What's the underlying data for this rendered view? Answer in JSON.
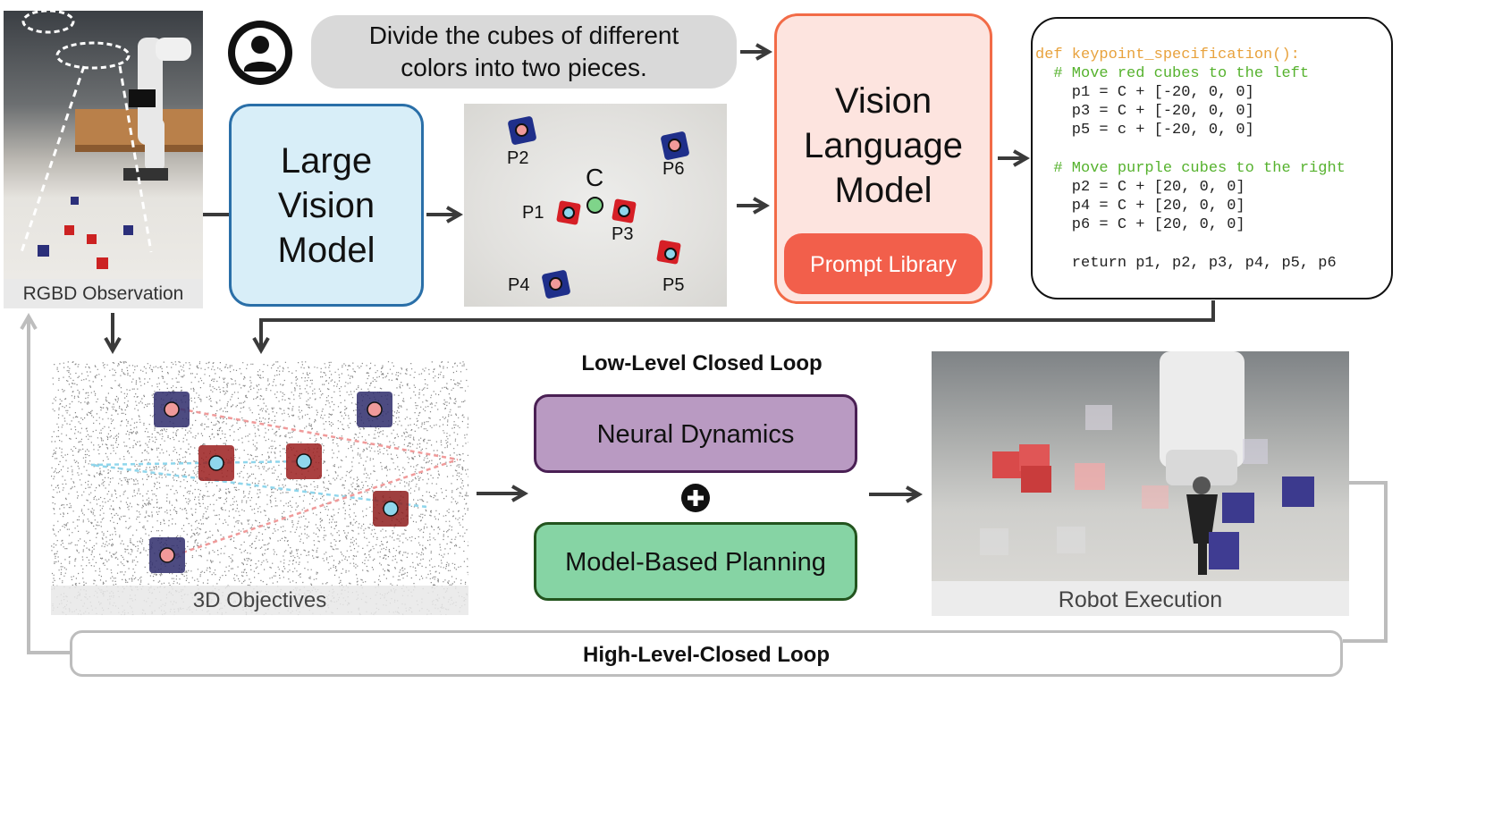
{
  "observation": {
    "caption": "RGBD Observation"
  },
  "instruction": {
    "text": "Divide the cubes of different colors into two pieces."
  },
  "large_vision_model": {
    "label": "Large Vision Model"
  },
  "keypoints": {
    "labels": [
      "P1",
      "P2",
      "P3",
      "P4",
      "P5",
      "P6",
      "C"
    ]
  },
  "vision_language_model": {
    "label": "Vision Language Model",
    "prompt_library": "Prompt Library"
  },
  "code": {
    "lines": [
      "def keypoint_specification():",
      "  # Move red cubes to the left",
      "    p1 = C + [-20, 0, 0]",
      "    p3 = C + [-20, 0, 0]",
      "    p5 = c + [-20, 0, 0]",
      "",
      "  # Move purple cubes to the right",
      "    p2 = C + [20, 0, 0]",
      "    p4 = C + [20, 0, 0]",
      "    p6 = C + [20, 0, 0]",
      "",
      "    return p1, p2, p3, p4, p5, p6"
    ]
  },
  "objectives": {
    "caption": "3D Objectives"
  },
  "low_level_loop": {
    "title": "Low-Level Closed Loop",
    "neural_dynamics": "Neural Dynamics",
    "planning": "Model-Based Planning"
  },
  "execution": {
    "caption": "Robot Execution"
  },
  "high_level_loop": {
    "title": "High-Level-Closed Loop"
  },
  "colors": {
    "lvm_fill": "#d8eef8",
    "lvm_border": "#2a6fa8",
    "vlm_fill": "#fde4df",
    "vlm_border": "#f26b47",
    "prompt_lib": "#f25f4b",
    "neural_fill": "#b99ac2",
    "planning_fill": "#86d4a4",
    "code_def": "#e8a23d",
    "code_comment": "#56b22e"
  }
}
